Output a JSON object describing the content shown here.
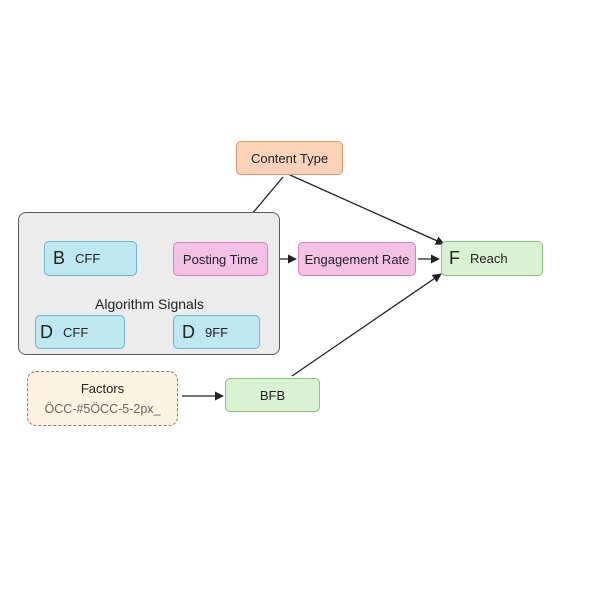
{
  "diagram": {
    "group": {
      "label": "Algorithm Signals"
    },
    "nodes": {
      "content_type": {
        "label": "Content Type"
      },
      "b": {
        "letter": "B",
        "label": "CFF"
      },
      "posting_time": {
        "label": "Posting Time"
      },
      "engagement_rate": {
        "label": "Engagement Rate"
      },
      "reach": {
        "letter": "F",
        "label": "Reach"
      },
      "d1": {
        "letter": "D",
        "label": "CFF"
      },
      "d2": {
        "letter": "D",
        "label": "9FF"
      },
      "factors": {
        "title": "Factors",
        "subtitle": "ÖCC-#5ÖCC-5-2px_"
      },
      "bfb": {
        "label": "BFB"
      }
    },
    "edges": [
      {
        "from": "content_type",
        "to": "posting_time"
      },
      {
        "from": "content_type",
        "to": "reach"
      },
      {
        "from": "b",
        "to": "posting_time"
      },
      {
        "from": "posting_time",
        "to": "engagement_rate"
      },
      {
        "from": "engagement_rate",
        "to": "reach"
      },
      {
        "from": "b",
        "to": "d1"
      },
      {
        "from": "posting_time",
        "to": "d2"
      },
      {
        "from": "factors",
        "to": "bfb"
      },
      {
        "from": "bfb",
        "to": "reach"
      }
    ],
    "colors": {
      "content_type_fill": "#fcd3b8",
      "signal_fill": "#bfe7f1",
      "metric_fill": "#f4c1e6",
      "outcome_fill": "#d9f2d1",
      "factors_fill": "#fdf3e1",
      "group_fill": "#ececec",
      "edge_color": "#222222"
    }
  }
}
